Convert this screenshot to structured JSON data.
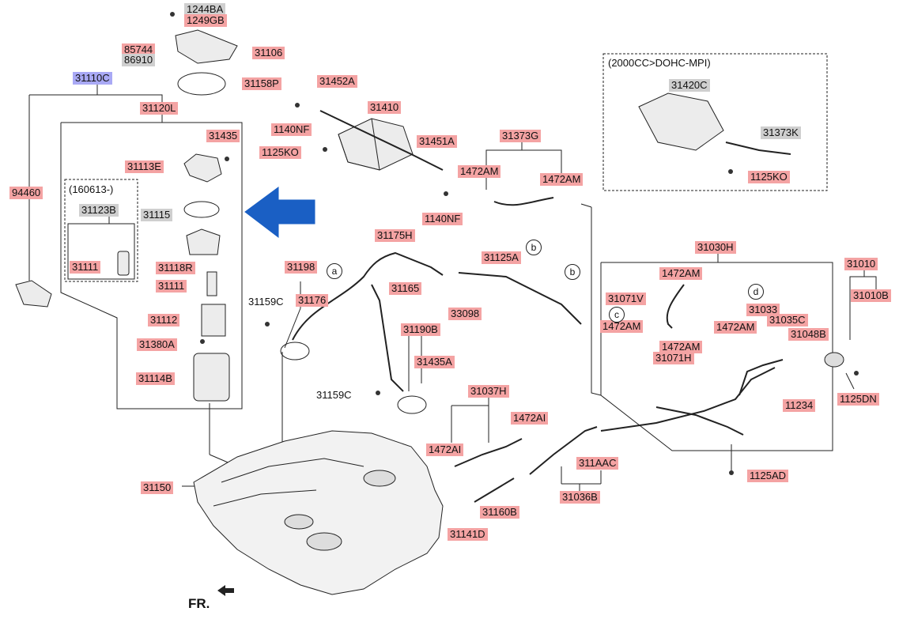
{
  "variant_box": {
    "title": "(2000CC>DOHC-MPI)",
    "parts": [
      {
        "id": "p31420C",
        "code": "31420C",
        "style": "gray"
      },
      {
        "id": "p31373K",
        "code": "31373K",
        "style": "gray"
      },
      {
        "id": "p1125KO_b",
        "code": "1125KO",
        "style": "red"
      }
    ]
  },
  "date_box": {
    "title": "(160613-)",
    "parts": [
      {
        "id": "p31123B",
        "code": "31123B",
        "style": "gray"
      },
      {
        "id": "p31111_a",
        "code": "31111",
        "style": "red"
      }
    ]
  },
  "parts": [
    {
      "id": "p1244BA",
      "code": "1244BA",
      "style": "gray"
    },
    {
      "id": "p1249GB",
      "code": "1249GB",
      "style": "red"
    },
    {
      "id": "p85744",
      "code": "85744",
      "style": "red"
    },
    {
      "id": "p86910",
      "code": "86910",
      "style": "gray"
    },
    {
      "id": "p31106",
      "code": "31106",
      "style": "red"
    },
    {
      "id": "p31158P",
      "code": "31158P",
      "style": "red"
    },
    {
      "id": "p31110C",
      "code": "31110C",
      "style": "blue"
    },
    {
      "id": "p31120L",
      "code": "31120L",
      "style": "red"
    },
    {
      "id": "p31435",
      "code": "31435",
      "style": "red"
    },
    {
      "id": "p31113E",
      "code": "31113E",
      "style": "red"
    },
    {
      "id": "p94460",
      "code": "94460",
      "style": "red"
    },
    {
      "id": "p31115",
      "code": "31115",
      "style": "gray"
    },
    {
      "id": "p31118R",
      "code": "31118R",
      "style": "red"
    },
    {
      "id": "p31111_b",
      "code": "31111",
      "style": "red"
    },
    {
      "id": "p31112",
      "code": "31112",
      "style": "red"
    },
    {
      "id": "p31380A",
      "code": "31380A",
      "style": "red"
    },
    {
      "id": "p31114B",
      "code": "31114B",
      "style": "red"
    },
    {
      "id": "p31150",
      "code": "31150",
      "style": "red"
    },
    {
      "id": "p31452A",
      "code": "31452A",
      "style": "red"
    },
    {
      "id": "p1140NF_a",
      "code": "1140NF",
      "style": "red"
    },
    {
      "id": "p1125KO_a",
      "code": "1125KO",
      "style": "red"
    },
    {
      "id": "p31410",
      "code": "31410",
      "style": "red"
    },
    {
      "id": "p31451A",
      "code": "31451A",
      "style": "red"
    },
    {
      "id": "p1472AM_a",
      "code": "1472AM",
      "style": "red"
    },
    {
      "id": "p1140NF_b",
      "code": "1140NF",
      "style": "red"
    },
    {
      "id": "p31373G",
      "code": "31373G",
      "style": "red"
    },
    {
      "id": "p1472AM_b",
      "code": "1472AM",
      "style": "red"
    },
    {
      "id": "p31175H",
      "code": "31175H",
      "style": "red"
    },
    {
      "id": "p31198",
      "code": "31198",
      "style": "red"
    },
    {
      "id": "p31176",
      "code": "31176",
      "style": "red"
    },
    {
      "id": "p31159C_a",
      "code": "31159C",
      "style": "plain"
    },
    {
      "id": "p31165",
      "code": "31165",
      "style": "red"
    },
    {
      "id": "p31125A",
      "code": "31125A",
      "style": "red"
    },
    {
      "id": "p33098",
      "code": "33098",
      "style": "red"
    },
    {
      "id": "p31190B",
      "code": "31190B",
      "style": "red"
    },
    {
      "id": "p31435A",
      "code": "31435A",
      "style": "red"
    },
    {
      "id": "p31159C_b",
      "code": "31159C",
      "style": "plain"
    },
    {
      "id": "p31037H",
      "code": "31037H",
      "style": "red"
    },
    {
      "id": "p1472AI_a",
      "code": "1472AI",
      "style": "red"
    },
    {
      "id": "p1472AI_b",
      "code": "1472AI",
      "style": "red"
    },
    {
      "id": "p311AAC",
      "code": "311AAC",
      "style": "red"
    },
    {
      "id": "p31036B",
      "code": "31036B",
      "style": "red"
    },
    {
      "id": "p31160B",
      "code": "31160B",
      "style": "red"
    },
    {
      "id": "p31141D",
      "code": "31141D",
      "style": "red"
    },
    {
      "id": "p31030H",
      "code": "31030H",
      "style": "red"
    },
    {
      "id": "p1472AM_c",
      "code": "1472AM",
      "style": "red"
    },
    {
      "id": "p31071V",
      "code": "31071V",
      "style": "red"
    },
    {
      "id": "p1472AM_d",
      "code": "1472AM",
      "style": "red"
    },
    {
      "id": "p31033",
      "code": "31033",
      "style": "red"
    },
    {
      "id": "p31035C",
      "code": "31035C",
      "style": "red"
    },
    {
      "id": "p1472AM_e",
      "code": "1472AM",
      "style": "red"
    },
    {
      "id": "p31048B",
      "code": "31048B",
      "style": "red"
    },
    {
      "id": "p1472AM_f",
      "code": "1472AM",
      "style": "red"
    },
    {
      "id": "p31071H",
      "code": "31071H",
      "style": "red"
    },
    {
      "id": "p11234",
      "code": "11234",
      "style": "red"
    },
    {
      "id": "p1125AD",
      "code": "1125AD",
      "style": "red"
    },
    {
      "id": "p31010",
      "code": "31010",
      "style": "red"
    },
    {
      "id": "p31010B",
      "code": "31010B",
      "style": "red"
    },
    {
      "id": "p1125DN",
      "code": "1125DN",
      "style": "red"
    }
  ],
  "callouts": [
    "a",
    "b",
    "b",
    "c",
    "d"
  ],
  "direction_label": "FR.",
  "colors": {
    "label_red": "#f4a3a3",
    "label_gray": "#cfcfcf",
    "label_blue": "#a9a9f5",
    "arrow_blue": "#1a5fc4"
  }
}
